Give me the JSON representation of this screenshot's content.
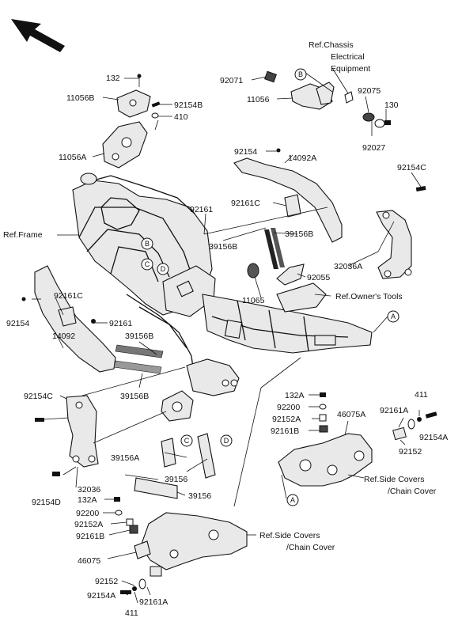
{
  "ref_labels": {
    "chassis_electrical": [
      "Ref.Chassis",
      "Electrical",
      "Equipment"
    ],
    "frame": "Ref.Frame",
    "owners_tools": "Ref.Owner's Tools",
    "side_covers_right": [
      "Ref.Side Covers",
      "/Chain Cover"
    ],
    "side_covers_left": [
      "Ref.Side Covers",
      "/Chain Cover"
    ]
  },
  "callout_letters": [
    "A",
    "B",
    "C",
    "D"
  ],
  "part_numbers": {
    "p132_top": "132",
    "p11056B": "11056B",
    "p92154B": "92154B",
    "p410": "410",
    "p11056A": "11056A",
    "p92071": "92071",
    "p11056": "11056",
    "p92075": "92075",
    "p130": "130",
    "p92027": "92027",
    "p92154_mid": "92154",
    "p14092A": "14092A",
    "p92161C_top": "92161C",
    "p92154C_top": "92154C",
    "p92161_top": "92161",
    "p39156B_a": "39156B",
    "p39156B_b": "39156B",
    "p32036A": "32036A",
    "p92055": "92055",
    "p11065": "11065",
    "p92161C_left": "92161C",
    "p92154_left": "92154",
    "p92161_left": "92161",
    "p14092": "14092",
    "p39156B_c": "39156B",
    "p39156B_d": "39156B",
    "p92154C_left": "92154C",
    "p132A_r": "132A",
    "p92200_r": "92200",
    "p92152A_r": "92152A",
    "p92161B_r": "92161B",
    "p46075A": "46075A",
    "p411_r": "411",
    "p92161A_r": "92161A",
    "p92154A_r": "92154A",
    "p92152_r": "92152",
    "p39156A": "39156A",
    "p39156_a": "39156",
    "p39156_b": "39156",
    "p32036": "32036",
    "p92154D": "92154D",
    "p132A_l": "132A",
    "p92200_l": "92200",
    "p92152A_l": "92152A",
    "p92161B_l": "92161B",
    "p46075": "46075",
    "p92152_l": "92152",
    "p92154A_l": "92154A",
    "p92161A_l": "92161A",
    "p411_l": "411"
  }
}
